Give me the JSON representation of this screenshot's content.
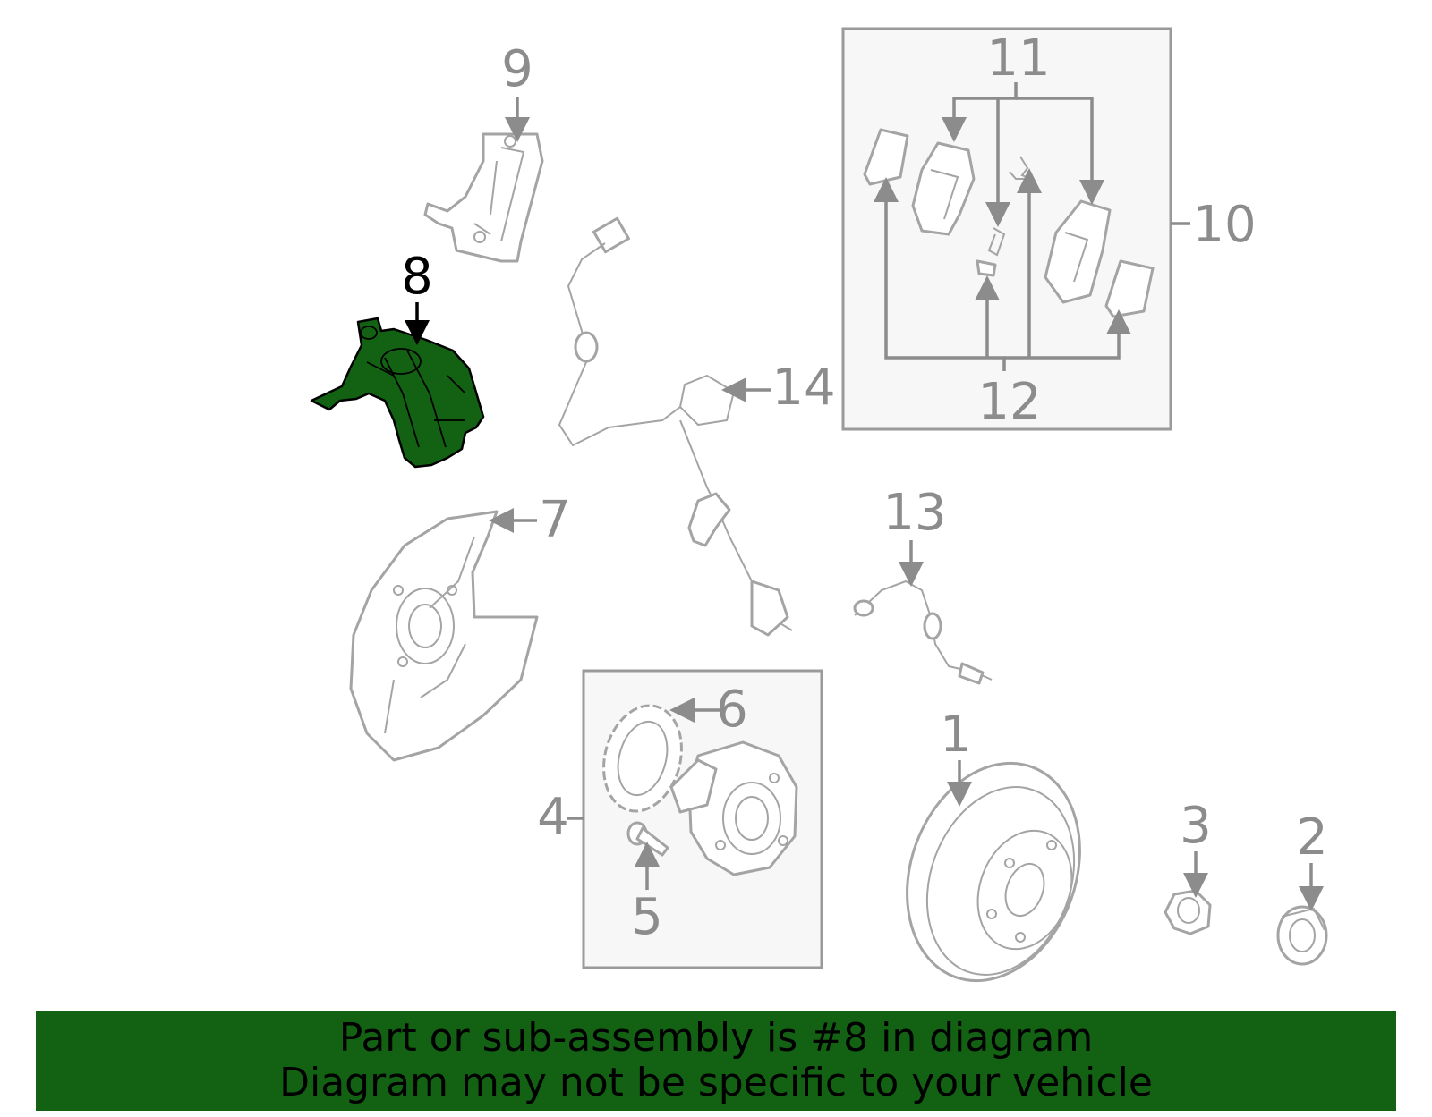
{
  "highlight_color": "#136213",
  "callouts": {
    "c1": "1",
    "c2": "2",
    "c3": "3",
    "c4": "4",
    "c5": "5",
    "c6": "6",
    "c7": "7",
    "c8": "8",
    "c9": "9",
    "c10": "10",
    "c11": "11",
    "c12": "12",
    "c13": "13",
    "c14": "14"
  },
  "banner": {
    "line1": "Part or sub-assembly is #8 in diagram",
    "line2": "Diagram may not be specific to your vehicle"
  }
}
